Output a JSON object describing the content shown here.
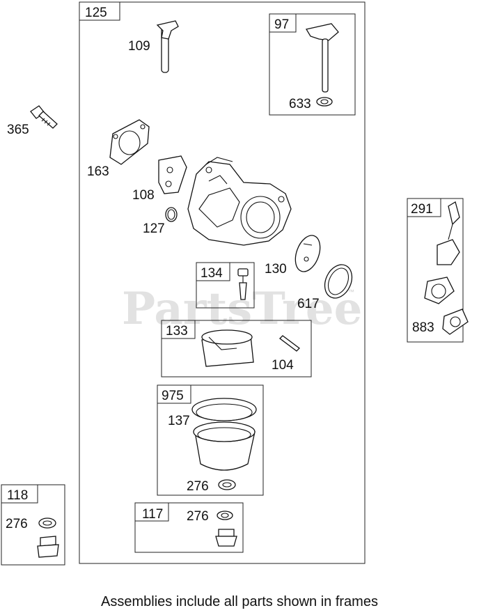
{
  "watermark": "PartsTree",
  "watermark_mark": "™",
  "caption": "Assemblies include all parts shown in frames",
  "frames": {
    "f125": "125",
    "f97": "97",
    "f291": "291",
    "f134": "134",
    "f133": "133",
    "f975": "975",
    "f118": "118",
    "f117": "117"
  },
  "labels": {
    "l109": "109",
    "l633": "633",
    "l365": "365",
    "l163": "163",
    "l108": "108",
    "l127": "127",
    "l130": "130",
    "l617": "617",
    "l883": "883",
    "l104": "104",
    "l137": "137",
    "l276a": "276",
    "l276b": "276",
    "l276c": "276"
  }
}
